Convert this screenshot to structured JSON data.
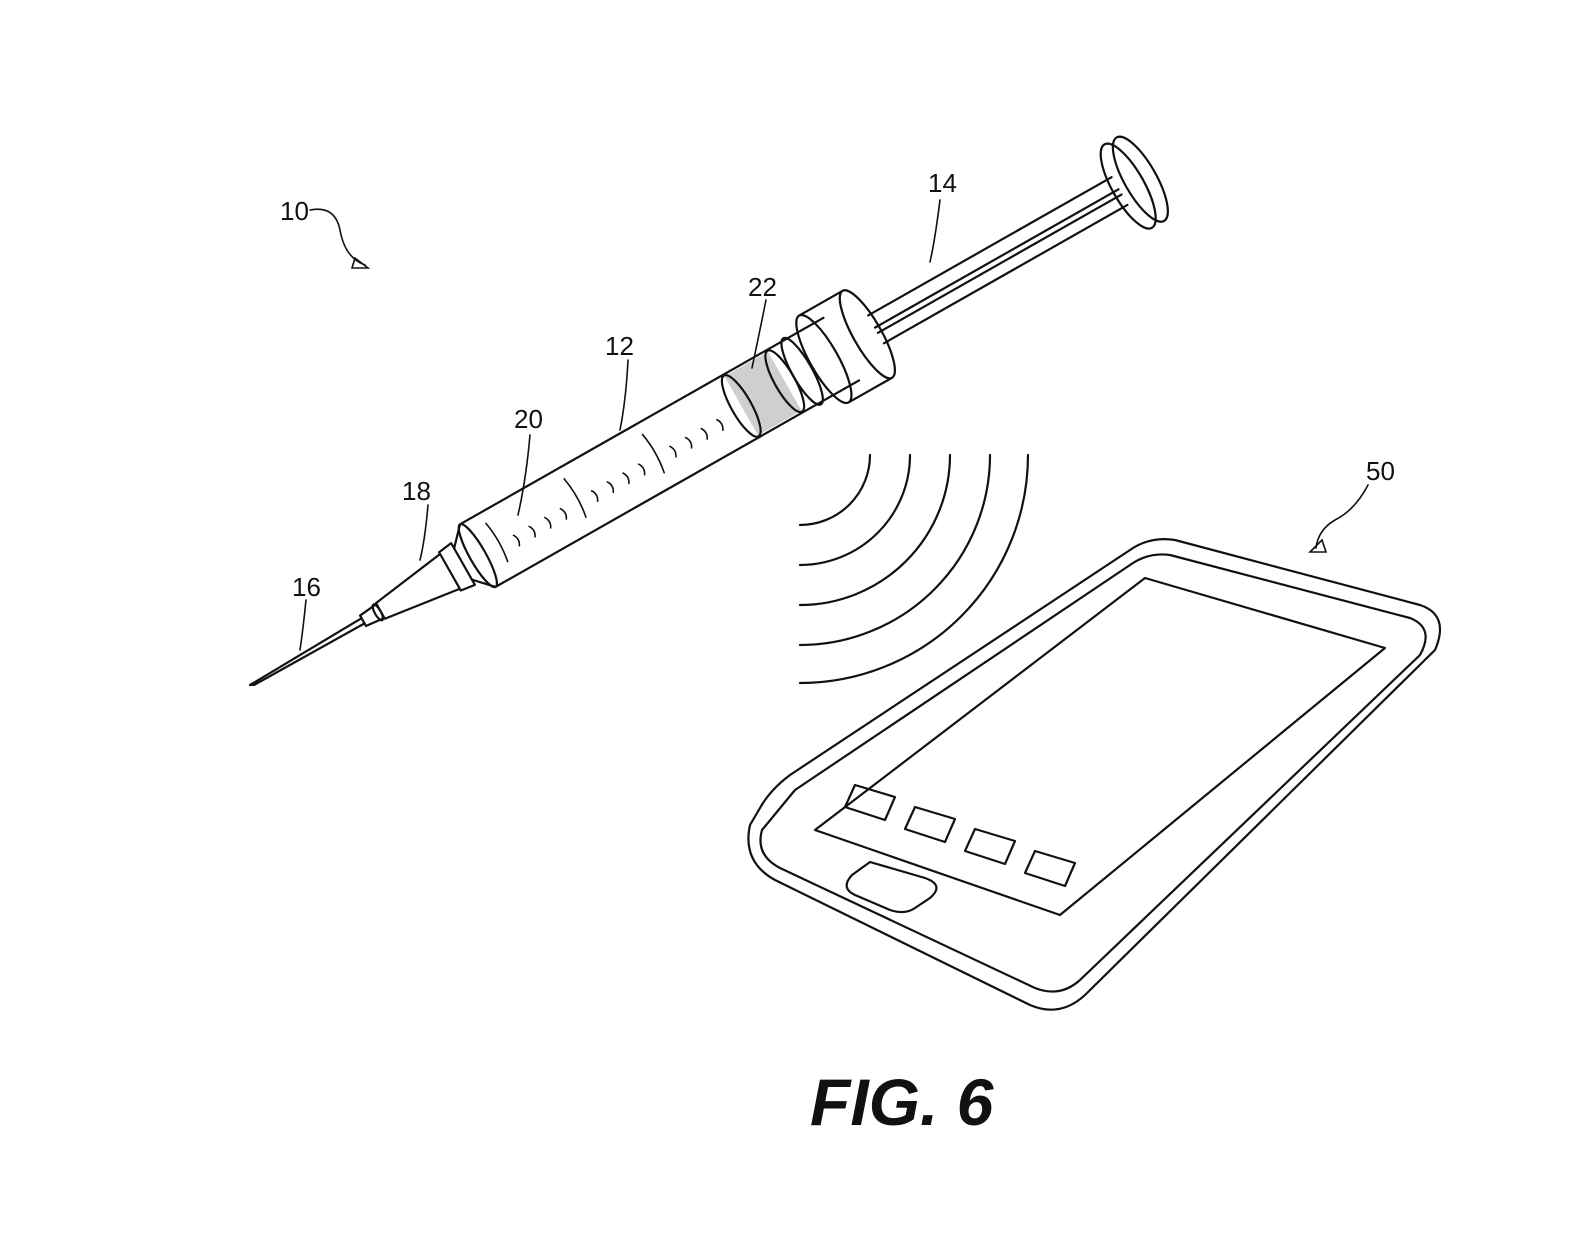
{
  "figure": {
    "title": "FIG. 6",
    "labels": {
      "system": "10",
      "barrel": "12",
      "plunger": "14",
      "needle": "16",
      "hub": "18",
      "graduations": "20",
      "sensor": "22",
      "mobile_device": "50"
    }
  }
}
